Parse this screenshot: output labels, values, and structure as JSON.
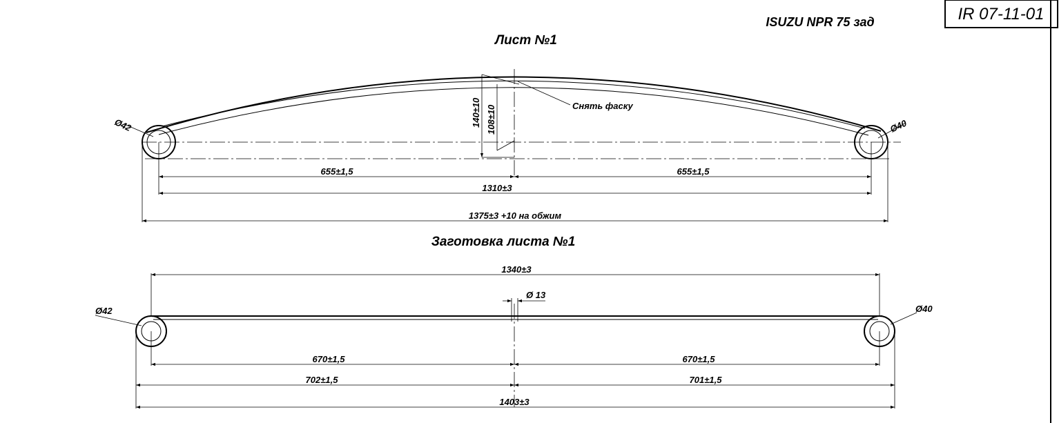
{
  "header": {
    "model": "ISUZU NPR 75 зад",
    "code": "IR 07-11-01"
  },
  "leaf": {
    "title": "Лист №1",
    "eye_left": "Ø42",
    "eye_right": "Ø40",
    "chamfer_note": "Снять фаску",
    "height_total": "140±10",
    "height_mid": "108±10",
    "half_left": "655±1,5",
    "half_right": "655±1,5",
    "span": "1310±3",
    "overall": "1375±3 +10 на обжим"
  },
  "blank": {
    "title": "Заготовка листа №1",
    "length_top": "1340±3",
    "hole": "Ø 13",
    "eye_left": "Ø42",
    "eye_right": "Ø40",
    "half_left": "670±1,5",
    "half_right": "670±1,5",
    "seg_left": "702±1,5",
    "seg_right": "701±1,5",
    "overall": "1403±3"
  }
}
